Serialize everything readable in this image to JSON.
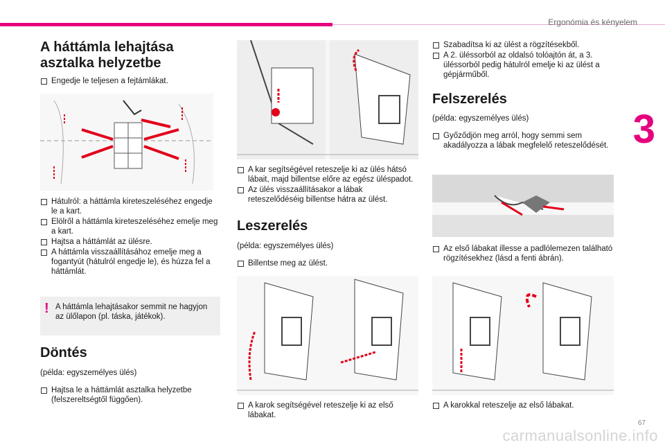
{
  "header": {
    "chapter": "Ergonómia és kényelem",
    "chapter_number": "3",
    "page_number": "67",
    "watermark": "carmanualsonline.info"
  },
  "col1": {
    "title": "A háttámla lehajtása asztalka helyzetbe",
    "intro": "Engedje le teljesen a fejtámlákat.",
    "steps": [
      "Hátulról: a háttámla kireteszeléséhez engedje le a kart.",
      "Elölről a háttámla kireteszeléséhez emelje meg a kart.",
      "Hajtsa a háttámlát az ülésre.",
      "A háttámla visszaállításához emelje meg a fogantyút (hátulról engedje le), és húzza fel a háttámlát."
    ],
    "warning": "A háttámla lehajtásakor semmit ne hagyjon az ülőlapon (pl. táska, játékok).",
    "tilt_title": "Döntés",
    "tilt_example": "(példa: egyszemélyes ülés)",
    "tilt_step": "Hajtsa le a háttámlát asztalka helyzetbe (felszereltségtől függően)."
  },
  "col2": {
    "lever_steps": [
      "A kar segítségével reteszelje ki az ülés hátsó lábait, majd billentse előre az egész üléspadot.",
      "Az ülés visszaállításakor a lábak reteszelődéséig billentse hátra az ülést."
    ],
    "remove_title": "Leszerelés",
    "remove_example": "(példa: egyszemélyes ülés)",
    "remove_step": "Billentse meg az ülést.",
    "front_step": "A karok segítségével reteszelje ki az első lábakat."
  },
  "col3": {
    "release_steps": [
      "Szabadítsa ki az ülést a rögzítésekből.",
      "A 2. üléssorból az oldalsó tolóajtón át, a 3. üléssorból pedig hátulról emelje ki az ülést a gépjárműből."
    ],
    "install_title": "Felszerelés",
    "install_example": "(példa: egyszemélyes ülés)",
    "install_step": "Győződjön meg arról, hogy semmi sem akadályozza a lábak megfelelő reteszelődését.",
    "insert_step": "Az első lábakat illesse a padlólemezen található rögzítésekhez (lásd a fenti ábrán).",
    "lock_step": "A karokkal reteszelje az első lábakat."
  },
  "colors": {
    "accent": "#e6007e",
    "arrow": "#e2001a"
  }
}
